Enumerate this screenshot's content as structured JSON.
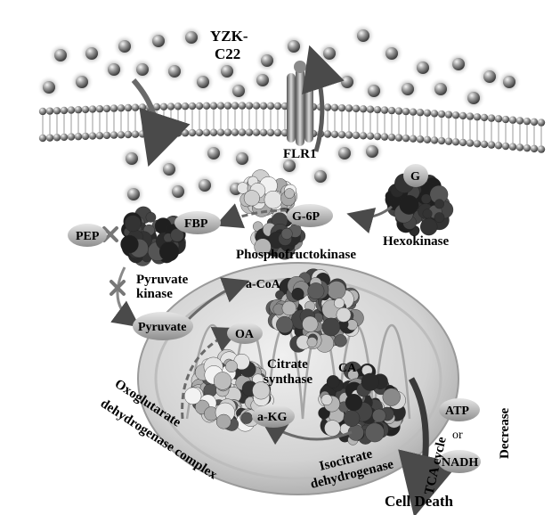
{
  "labels": {
    "compound": [
      "YZK-",
      "C22"
    ],
    "transporter": "FLR1",
    "fbp": "FBP",
    "g6p": "G-6P",
    "glucose": "G",
    "hexokinase": "Hexokinase",
    "pep": "PEP",
    "phosphofructokinase": "Phosphofructokinase",
    "pyruvate_kinase": [
      "Pyruvate",
      "kinase"
    ],
    "acoa": "a-CoA",
    "pyruvate": "Pyruvate",
    "oa": "OA",
    "citrate_synthase": [
      "Citrate",
      "synthase"
    ],
    "ca": "CA",
    "akg": "a-KG",
    "oxoglutarate": [
      "Oxoglutarate",
      "dehydrogenase complex"
    ],
    "isocitrate": [
      "Isocitrate",
      "dehydrogenase"
    ],
    "tca": "TCA cycle",
    "atp": "ATP",
    "or": "or",
    "nadh": "NADH",
    "decrease": "Decrease",
    "cell_death": "Cell Death"
  },
  "colors": {
    "membrane": "#4a4a4a",
    "bead_outer": "#6e6e6e",
    "bead_glow": "#cfcfcf",
    "mito_fill": "#d9d9d9",
    "mito_inner": "#bdbdbd",
    "protein_dark": "#2e2e2e",
    "protein_mid": "#7a7a7a",
    "protein_light": "#dedede",
    "pill_fill": "#b8b8b8",
    "arrow": "#5a5a5a"
  },
  "icons": [
    "inhibition-cross-icon",
    "inhibition-cross-icon"
  ]
}
